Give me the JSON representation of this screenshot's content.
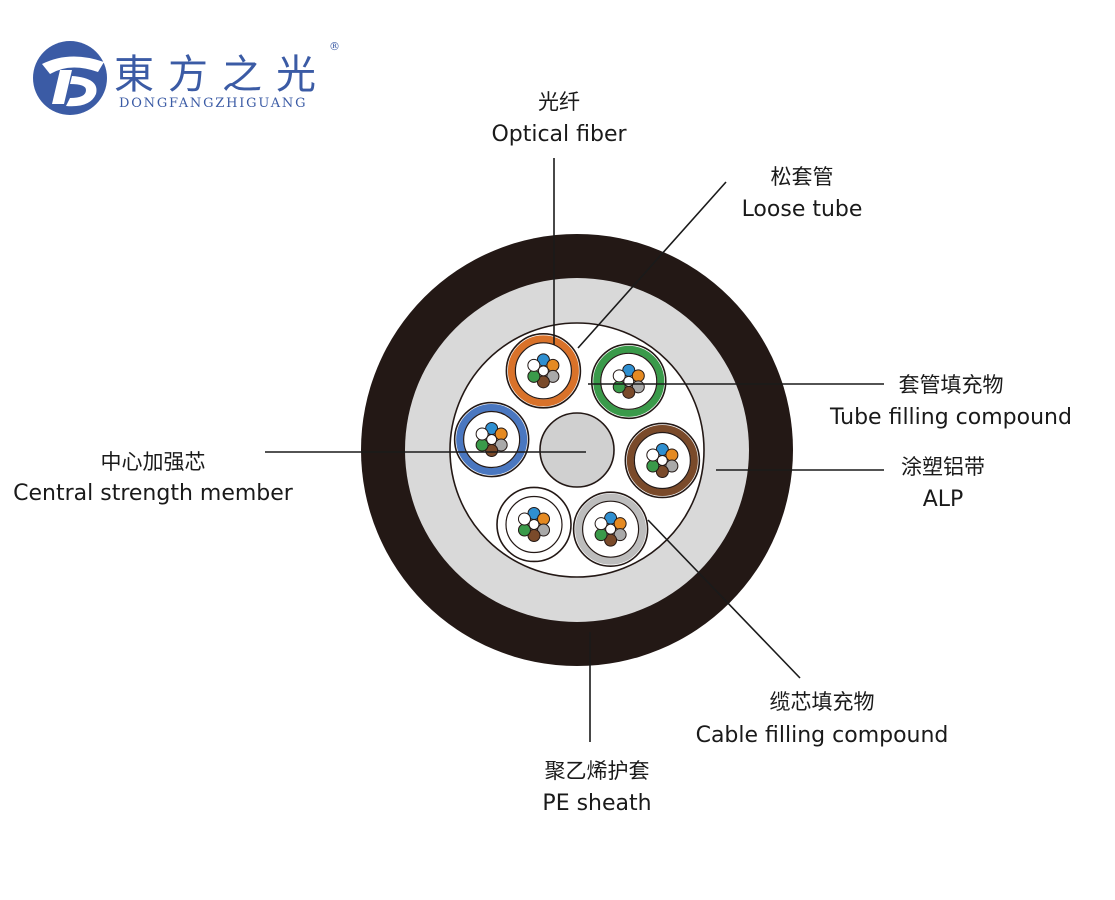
{
  "logo": {
    "name_cn": "東方之光",
    "name_en": "DONGFANGZHIGUANG",
    "registered_mark": "®",
    "brand_color": "#3b5ba5"
  },
  "labels": {
    "optical_fiber": {
      "cn": "光纤",
      "en": "Optical fiber"
    },
    "loose_tube": {
      "cn": "松套管",
      "en": "Loose tube"
    },
    "tube_filling": {
      "cn": "套管填充物",
      "en": "Tube filling compound"
    },
    "central_member": {
      "cn": "中心加强芯",
      "en": "Central strength member"
    },
    "alp": {
      "cn": "涂塑铝带",
      "en": "ALP"
    },
    "cable_filling": {
      "cn": "缆芯填充物",
      "en": "Cable filling compound"
    },
    "pe_sheath": {
      "cn": "聚乙烯护套",
      "en": "PE sheath"
    }
  },
  "colors": {
    "sheath": "#231815",
    "alp": "#d9d9d9",
    "core": "#ffffff",
    "central_member": "#d0d0d0",
    "tubes": [
      "#d9722a",
      "#3a9a4a",
      "#7a4a2a",
      "#bdbdbd",
      "#ffffff",
      "#4a77c0"
    ],
    "fibers": [
      "#2f8fd0",
      "#e58a22",
      "#a9a9a9",
      "#7a4a2a",
      "#3a9a4a",
      "#ffffff"
    ]
  }
}
